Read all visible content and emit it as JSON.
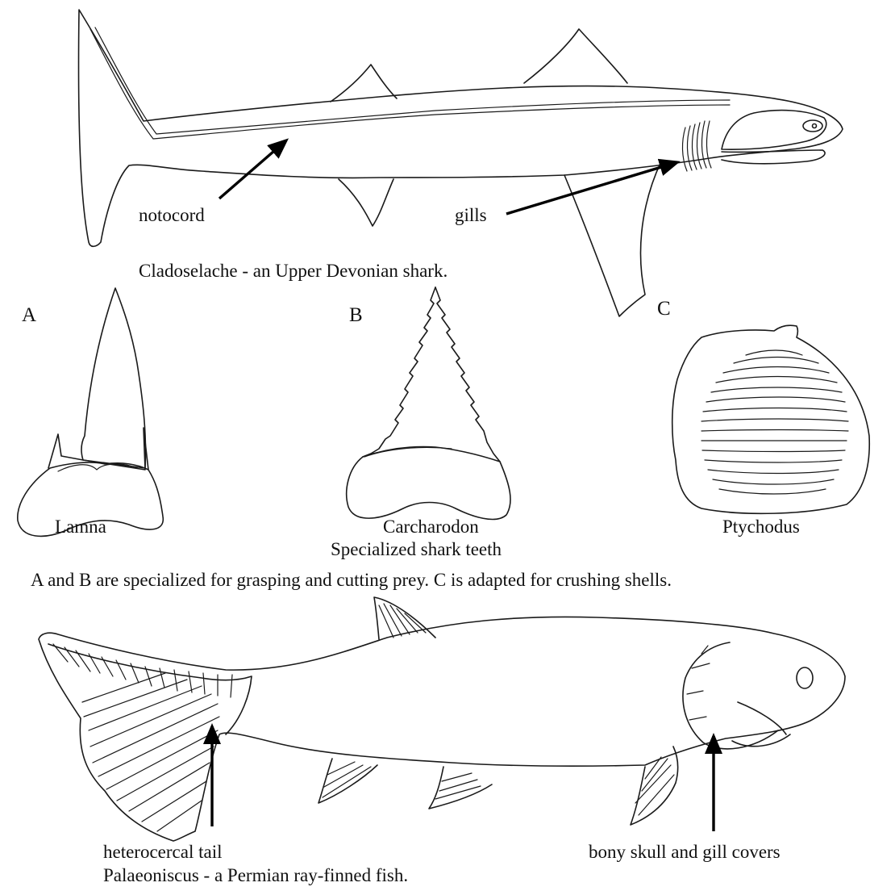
{
  "shark": {
    "labels": {
      "notocord": "notocord",
      "gills": "gills"
    },
    "caption": "Cladoselache - an Upper Devonian shark."
  },
  "teeth": {
    "letters": {
      "a": "A",
      "b": "B",
      "c": "C"
    },
    "names": {
      "a": "Lamna",
      "b": "Carcharodon",
      "c": "Ptychodus"
    },
    "subcaption": "Specialized shark teeth",
    "caption": "A  and B are specialized for grasping and cutting prey. C is adapted for crushing shells."
  },
  "fish": {
    "labels": {
      "tail": "heterocercal tail",
      "skull": "bony skull and gill covers"
    },
    "caption": "Palaeoniscus  - a Permian ray-finned fish."
  }
}
